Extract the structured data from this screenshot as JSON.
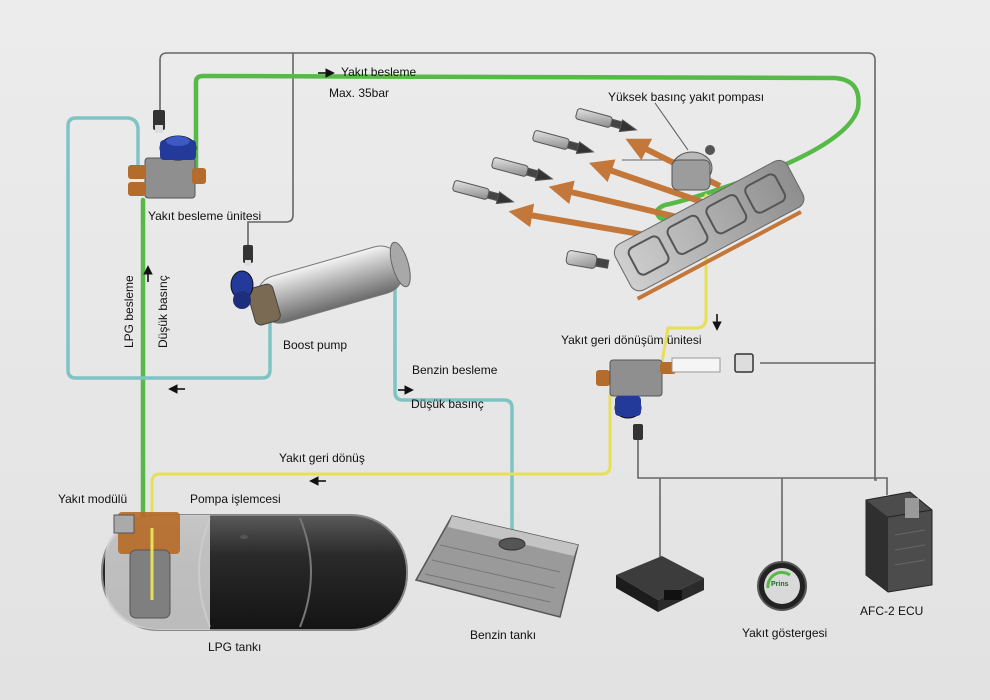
{
  "labels": {
    "yakit_besleme": "Yakıt besleme",
    "max_pressure": "Max. 35bar",
    "yuksek_basinc_pompa": "Yüksek basınç yakıt pompası",
    "yakit_besleme_unitesi": "Yakıt besleme ünitesi",
    "boost_pump": "Boost pump",
    "lpg_besleme": "LPG besleme",
    "dusuk_basinc_left": "Düşük basınç",
    "benzin_besleme": "Benzin besleme",
    "dusuk_basinc_mid": "Düşük basınç",
    "yakit_geri_donusum_unitesi": "Yakıt geri dönüşüm ünitesi",
    "yakit_geri_donus": "Yakıt geri dönüş",
    "yakit_modulu": "Yakıt modülü",
    "pompa_islemcesi": "Pompa işlemcesi",
    "lpg_tanki": "LPG tankı",
    "benzin_tanki": "Benzin tankı",
    "yakit_gostergesi": "Yakıt göstergesi",
    "afc_ecu": "AFC-2 ECU",
    "gauge_brand": "Prins"
  },
  "colors": {
    "lpg_line": "#57b947",
    "petrol_line": "#7fc4c4",
    "return_line": "#e6df5a",
    "wire": "#666666",
    "injection_arrow": "#c4773a",
    "valve_blue": "#233a9a"
  },
  "icons": {
    "flow_arrow": "arrow-icon",
    "connector": "connector-icon"
  }
}
